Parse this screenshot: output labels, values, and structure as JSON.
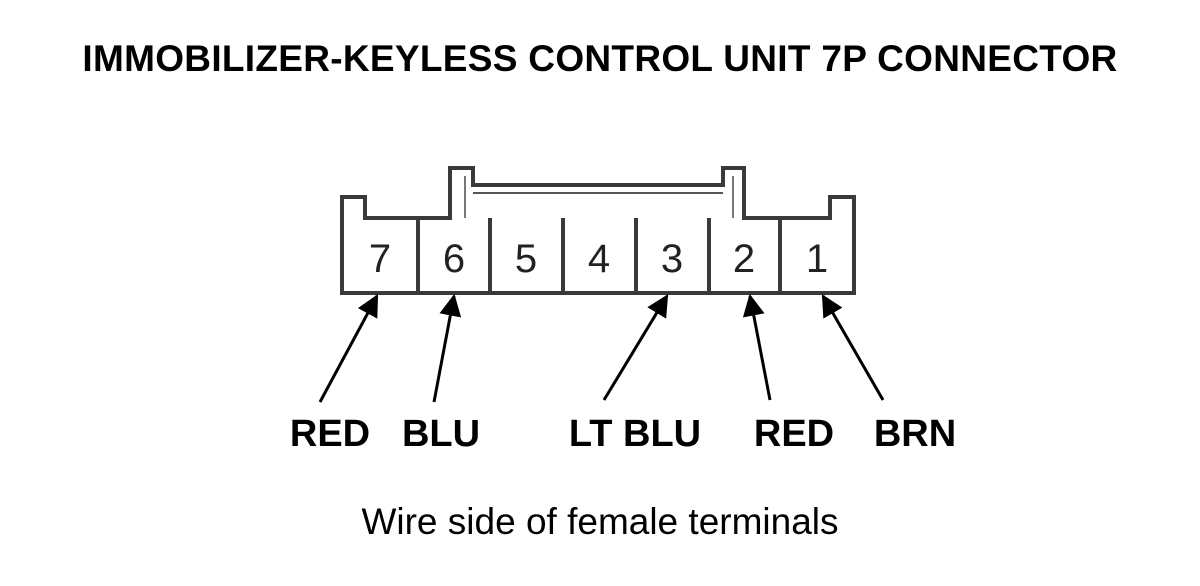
{
  "diagram": {
    "title": "IMMOBILIZER-KEYLESS CONTROL UNIT 7P CONNECTOR",
    "caption": "Wire side of female terminals",
    "connector": {
      "terminals": [
        {
          "number": "7",
          "wire": "RED"
        },
        {
          "number": "6",
          "wire": "BLU"
        },
        {
          "number": "5",
          "wire": ""
        },
        {
          "number": "4",
          "wire": ""
        },
        {
          "number": "3",
          "wire": "LT BLU"
        },
        {
          "number": "2",
          "wire": "RED"
        },
        {
          "number": "1",
          "wire": "BRN"
        }
      ]
    },
    "wire_labels": [
      "RED",
      "BLU",
      "LT BLU",
      "RED",
      "BRN"
    ]
  }
}
